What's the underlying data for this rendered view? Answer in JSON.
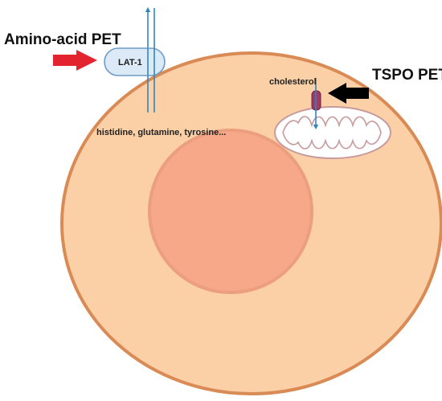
{
  "labels": {
    "amino_acid_pet": "Amino-acid PET",
    "tspo_pet": "TSPO PET",
    "lat1": "LAT-1",
    "cholesterol": "cholesterol",
    "amino_acids": "histidine, glutamine, tyrosine..."
  },
  "colors": {
    "cell_fill": "#fbd0a6",
    "cell_stroke": "#d98a55",
    "nucleus_fill": "#f6a889",
    "nucleus_stroke": "#eb9f7e",
    "transporter_fill": "#dce9f7",
    "transporter_stroke": "#6d9bc6",
    "transport_arrow": "#2e86c1",
    "amino_acid_pet_arrow": "#e3232d",
    "tspo_pet_arrow": "#000000",
    "tspo_protein": "#9e3a63",
    "mitochondrion_fill": "#ffffff",
    "mitochondrion_stroke": "#c89a9c"
  },
  "icons": {
    "pet_arrow": "thick-block-arrow-icon",
    "transport": "thin-arrow-icon",
    "mitochondrion": "mitochondrion-icon",
    "tspo": "tspo-channel-icon"
  }
}
